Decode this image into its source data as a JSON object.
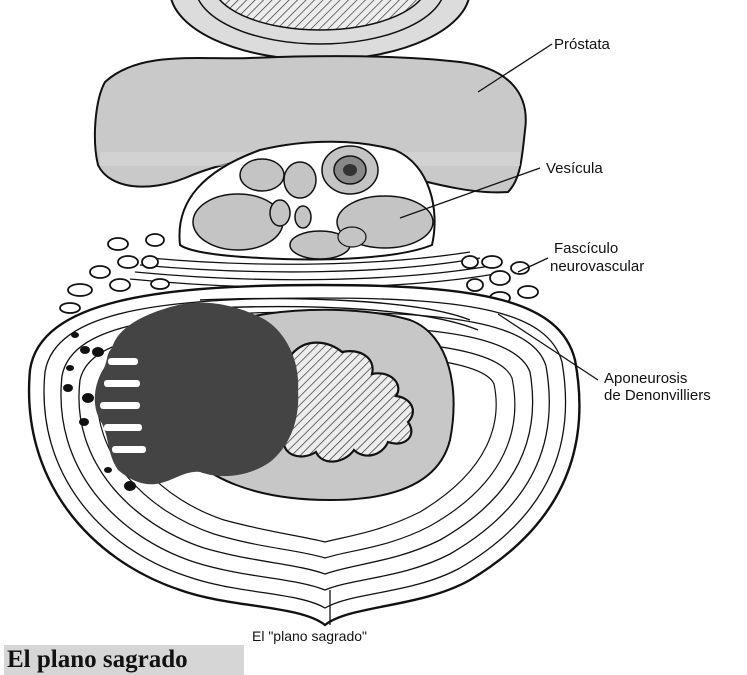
{
  "labels": {
    "prostate": "Próstata",
    "seminal_vesicle": "Vesícula",
    "neurovascular_bundle_line1": "Fascículo",
    "neurovascular_bundle_line2": "neurovascular",
    "denonvilliers_line1": "Aponeurosis",
    "denonvilliers_line2": "de Denonvilliers",
    "sacred_plane": "El \"plano sagrado\""
  },
  "caption": "El plano sagrado",
  "colors": {
    "organ_fill": "#c9c9c9",
    "tumor_fill": "#444444",
    "line": "#111111",
    "caption_bg": "#d6d6d6"
  }
}
